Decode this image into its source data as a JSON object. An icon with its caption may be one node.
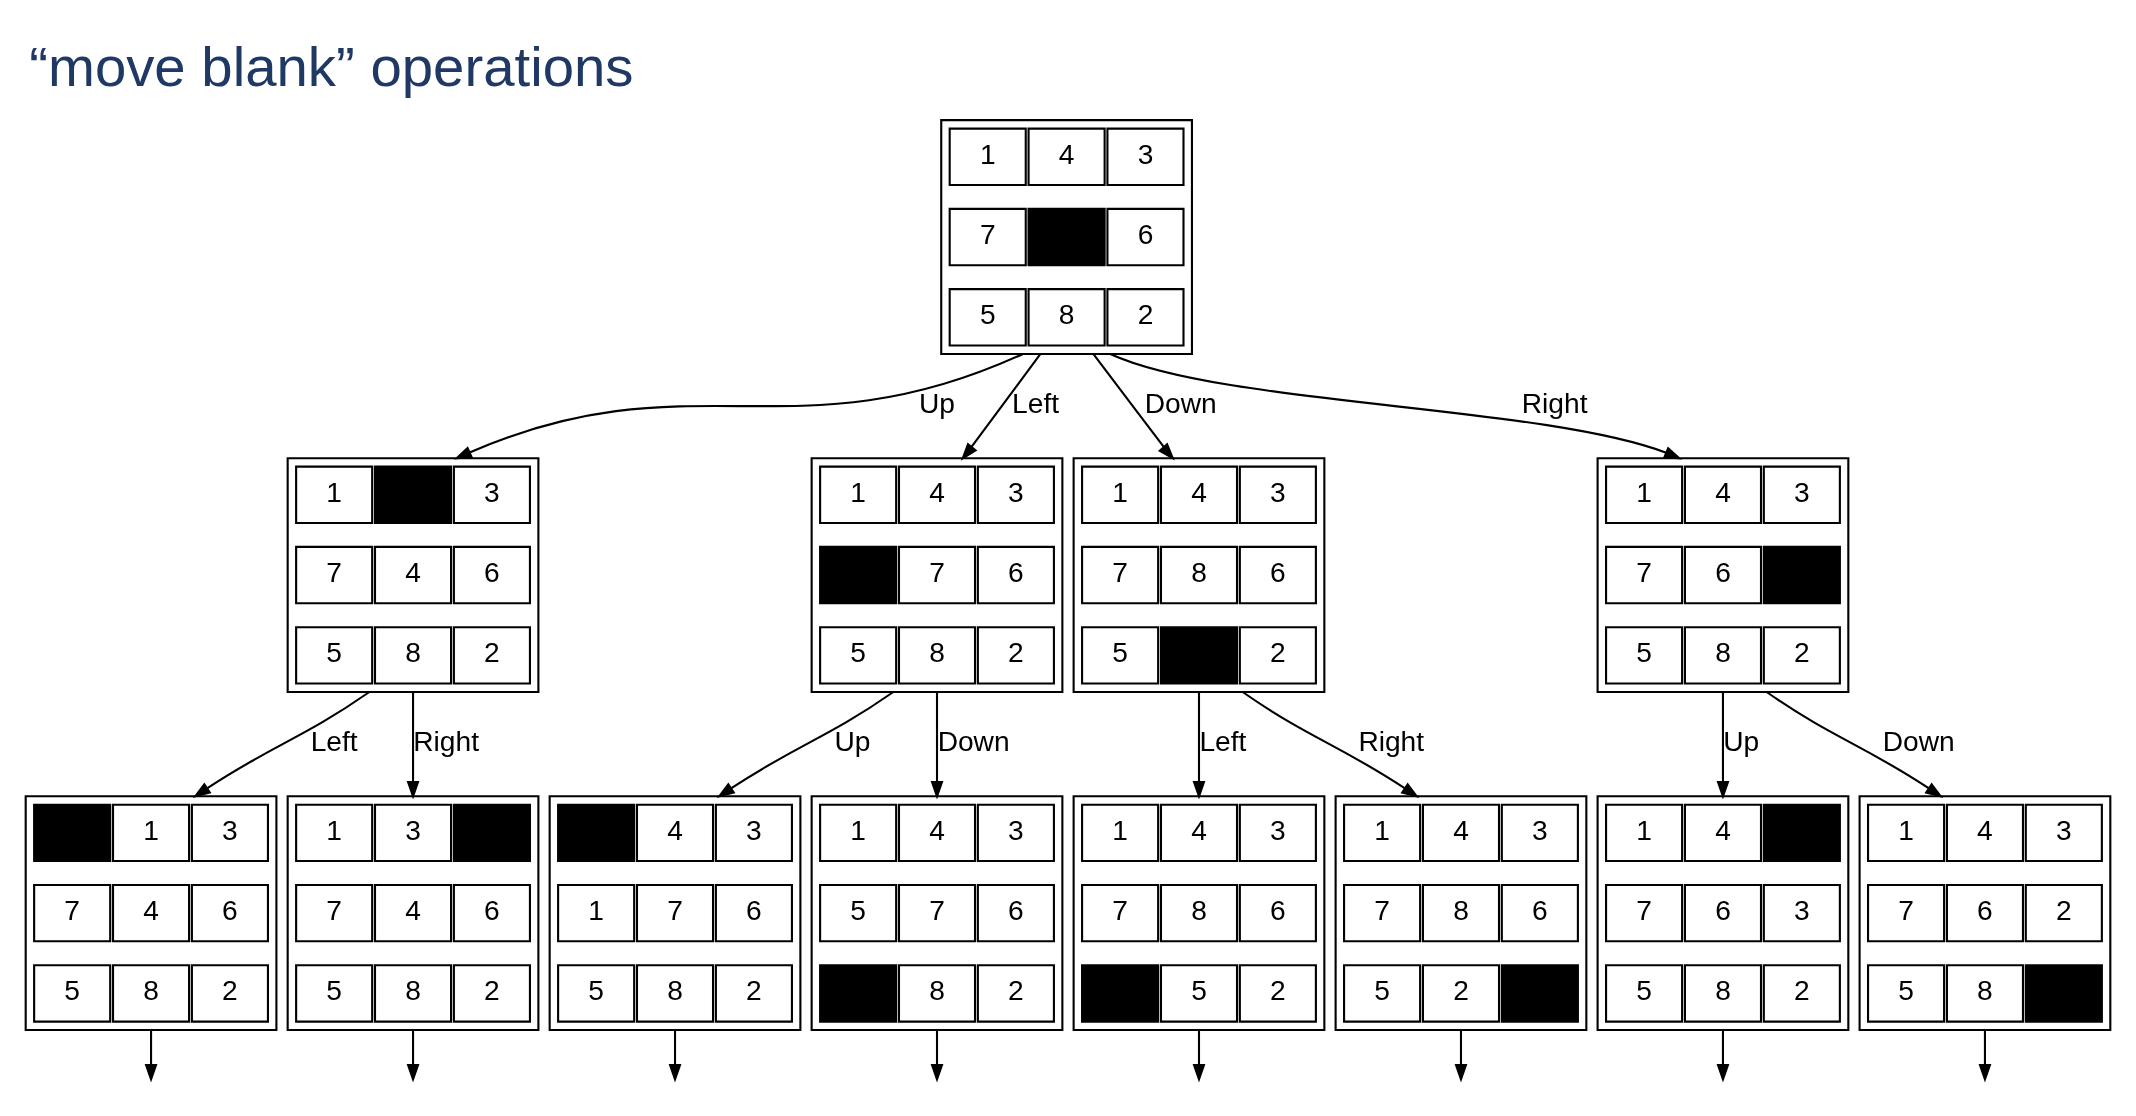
{
  "diagram": {
    "title": "“move blank” operations",
    "nodes": [
      {
        "text": [],
        "shape": "box"
      },
      {
        "text": [
          "1"
        ],
        "in": 0
      },
      {
        "text": [
          "4"
        ],
        "in": 0
      },
      {
        "text": [
          "3"
        ],
        "in": 0
      },
      {
        "text": [
          "7"
        ],
        "in": 0
      },
      {
        "text": [],
        "shape": "box",
        "in": 0
      },
      {
        "text": [
          "6"
        ],
        "in": 0
      },
      {
        "text": [
          "5"
        ],
        "in": 0
      },
      {
        "text": [
          "8"
        ],
        "in": 0
      },
      {
        "text": [
          "2"
        ],
        "in": 0
      },
      {
        "text": [],
        "shape": "box"
      },
      {
        "text": [
          "1"
        ],
        "in": 10
      },
      {
        "text": [],
        "shape": "box",
        "in": 10
      },
      {
        "text": [
          "3"
        ],
        "in": 10
      },
      {
        "text": [
          "7"
        ],
        "in": 10
      },
      {
        "text": [
          "4"
        ],
        "in": 10
      },
      {
        "text": [
          "6"
        ],
        "in": 10
      },
      {
        "text": [
          "5"
        ],
        "in": 10
      },
      {
        "text": [
          "8"
        ],
        "in": 10
      },
      {
        "text": [
          "2"
        ],
        "in": 10
      },
      {
        "text": [],
        "shape": "box"
      },
      {
        "text": [
          "1"
        ],
        "in": 20
      },
      {
        "text": [
          "4"
        ],
        "in": 20
      },
      {
        "text": [
          "3"
        ],
        "in": 20
      },
      {
        "text": [],
        "shape": "box",
        "in": 20
      },
      {
        "text": [
          "7"
        ],
        "in": 20
      },
      {
        "text": [
          "6"
        ],
        "in": 20
      },
      {
        "text": [
          "5"
        ],
        "in": 20
      },
      {
        "text": [
          "8"
        ],
        "in": 20
      },
      {
        "text": [
          "2"
        ],
        "in": 20
      },
      {
        "text": [],
        "shape": "box"
      },
      {
        "text": [
          "1"
        ],
        "in": 30
      },
      {
        "text": [
          "4"
        ],
        "in": 30
      },
      {
        "text": [
          "3"
        ],
        "in": 30
      },
      {
        "text": [
          "7"
        ],
        "in": 30
      },
      {
        "text": [
          "8"
        ],
        "in": 30
      },
      {
        "text": [
          "6"
        ],
        "in": 30
      },
      {
        "text": [
          "5"
        ],
        "in": 30
      },
      {
        "text": [],
        "shape": "box",
        "in": 30
      },
      {
        "text": [
          "2"
        ],
        "in": 30
      },
      {
        "text": [],
        "shape": "box"
      },
      {
        "text": [
          "1"
        ],
        "in": 40
      },
      {
        "text": [
          "4"
        ],
        "in": 40
      },
      {
        "text": [
          "3"
        ],
        "in": 40
      },
      {
        "text": [
          "7"
        ],
        "in": 40
      },
      {
        "text": [
          "6"
        ],
        "in": 40
      },
      {
        "text": [],
        "shape": "box",
        "in": 40
      },
      {
        "text": [
          "5"
        ],
        "in": 40
      },
      {
        "text": [
          "8"
        ],
        "in": 40
      },
      {
        "text": [
          "2"
        ],
        "in": 40
      },
      {
        "text": [],
        "shape": "box"
      },
      {
        "text": [],
        "shape": "box",
        "in": 50
      },
      {
        "text": [
          "1"
        ],
        "in": 50
      },
      {
        "text": [
          "3"
        ],
        "in": 50
      },
      {
        "text": [
          "7"
        ],
        "in": 50
      },
      {
        "text": [
          "4"
        ],
        "in": 50
      },
      {
        "text": [
          "6"
        ],
        "in": 50
      },
      {
        "text": [
          "5"
        ],
        "in": 50
      },
      {
        "text": [
          "8"
        ],
        "in": 50
      },
      {
        "text": [
          "2"
        ],
        "in": 50
      },
      {
        "text": [],
        "shape": "box"
      },
      {
        "text": [
          "1"
        ],
        "in": 60
      },
      {
        "text": [
          "3"
        ],
        "in": 60
      },
      {
        "text": [],
        "shape": "box",
        "in": 60
      },
      {
        "text": [
          "7"
        ],
        "in": 60
      },
      {
        "text": [
          "4"
        ],
        "in": 60
      },
      {
        "text": [
          "6"
        ],
        "in": 60
      },
      {
        "text": [
          "5"
        ],
        "in": 60
      },
      {
        "text": [
          "8"
        ],
        "in": 60
      },
      {
        "text": [
          "2"
        ],
        "in": 60
      },
      {
        "text": [],
        "shape": "box"
      },
      {
        "text": [],
        "shape": "box",
        "in": 70
      },
      {
        "text": [
          "4"
        ],
        "in": 70
      },
      {
        "text": [
          "3"
        ],
        "in": 70
      },
      {
        "text": [
          "1"
        ],
        "in": 70
      },
      {
        "text": [
          "7"
        ],
        "in": 70
      },
      {
        "text": [
          "6"
        ],
        "in": 70
      },
      {
        "text": [
          "5"
        ],
        "in": 70
      },
      {
        "text": [
          "8"
        ],
        "in": 70
      },
      {
        "text": [
          "2"
        ],
        "in": 70
      },
      {
        "text": [],
        "shape": "box"
      },
      {
        "text": [
          "1"
        ],
        "in": 80
      },
      {
        "text": [
          "4"
        ],
        "in": 80
      },
      {
        "text": [
          "3"
        ],
        "in": 80
      },
      {
        "text": [
          "5"
        ],
        "in": 80
      },
      {
        "text": [
          "7"
        ],
        "in": 80
      },
      {
        "text": [
          "6"
        ],
        "in": 80
      },
      {
        "text": [],
        "shape": "box",
        "in": 80
      },
      {
        "text": [
          "8"
        ],
        "in": 80
      },
      {
        "text": [
          "2"
        ],
        "in": 80
      },
      {
        "text": [],
        "shape": "box"
      },
      {
        "text": [
          "1"
        ],
        "in": 90
      },
      {
        "text": [
          "4"
        ],
        "in": 90
      },
      {
        "text": [
          "3"
        ],
        "in": 90
      },
      {
        "text": [
          "7"
        ],
        "in": 90
      },
      {
        "text": [
          "8"
        ],
        "in": 90
      },
      {
        "text": [
          "6"
        ],
        "in": 90
      },
      {
        "text": [],
        "shape": "box",
        "in": 90
      },
      {
        "text": [
          "5"
        ],
        "in": 90
      },
      {
        "text": [
          "2"
        ],
        "in": 90
      },
      {
        "text": [],
        "shape": "box"
      },
      {
        "text": [
          "1"
        ],
        "in": 100
      },
      {
        "text": [
          "4"
        ],
        "in": 100
      },
      {
        "text": [
          "3"
        ],
        "in": 100
      },
      {
        "text": [
          "7"
        ],
        "in": 100
      },
      {
        "text": [
          "8"
        ],
        "in": 100
      },
      {
        "text": [
          "6"
        ],
        "in": 100
      },
      {
        "text": [
          "5"
        ],
        "in": 100
      },
      {
        "text": [
          "2"
        ],
        "in": 100
      },
      {
        "text": [],
        "shape": "box",
        "in": 100
      },
      {
        "text": [],
        "shape": "box"
      },
      {
        "text": [
          "1"
        ],
        "in": 110
      },
      {
        "text": [
          "4"
        ],
        "in": 110
      },
      {
        "text": [],
        "shape": "box",
        "in": 110
      },
      {
        "text": [
          "7"
        ],
        "in": 110
      },
      {
        "text": [
          "6"
        ],
        "in": 110
      },
      {
        "text": [
          "3"
        ],
        "in": 110
      },
      {
        "text": [
          "5"
        ],
        "in": 110
      },
      {
        "text": [
          "8"
        ],
        "in": 110
      },
      {
        "text": [
          "2"
        ],
        "in": 110
      },
      {
        "text": [],
        "shape": "box"
      },
      {
        "text": [
          "1"
        ],
        "in": 120
      },
      {
        "text": [
          "4"
        ],
        "in": 120
      },
      {
        "text": [
          "3"
        ],
        "in": 120
      },
      {
        "text": [
          "7"
        ],
        "in": 120
      },
      {
        "text": [
          "6"
        ],
        "in": 120
      },
      {
        "text": [
          "2"
        ],
        "in": 120
      },
      {
        "text": [
          "5"
        ],
        "in": 120
      },
      {
        "text": [
          "8"
        ],
        "in": 120
      },
      {
        "text": [],
        "shape": "box",
        "in": 120
      }
    ],
    "edges": [
      {
        "from": 0,
        "to": 10,
        "arrow": "to",
        "label": "Up"
      },
      {
        "from": 0,
        "to": 20,
        "arrow": "to",
        "label": "Left"
      },
      {
        "from": 0,
        "to": 30,
        "arrow": "to",
        "label": "Down"
      },
      {
        "from": 0,
        "to": 40,
        "arrow": "to",
        "label": "Right"
      },
      {
        "from": 10,
        "to": 50,
        "arrow": "to",
        "label": "Left"
      },
      {
        "from": 10,
        "to": 60,
        "arrow": "to",
        "label": "Right"
      },
      {
        "from": 20,
        "to": 70,
        "arrow": "to",
        "label": "Up"
      },
      {
        "from": 20,
        "to": 80,
        "arrow": "to",
        "label": "Down"
      },
      {
        "from": 30,
        "to": 90,
        "arrow": "to",
        "label": "Left"
      },
      {
        "from": 30,
        "to": 100,
        "arrow": "to",
        "label": "Right"
      },
      {
        "from": 40,
        "to": 110,
        "arrow": "to",
        "label": "Up"
      },
      {
        "from": 40,
        "to": 120,
        "arrow": "to",
        "label": "Down"
      },
      {
        "from": 50,
        "to": null,
        "arrow": "to"
      },
      {
        "from": 60,
        "to": null,
        "arrow": "to"
      },
      {
        "from": 70,
        "to": null,
        "arrow": "to"
      },
      {
        "from": 80,
        "to": null,
        "arrow": "to"
      },
      {
        "from": 90,
        "to": null,
        "arrow": "to"
      },
      {
        "from": 100,
        "to": null,
        "arrow": "to"
      },
      {
        "from": 110,
        "to": null,
        "arrow": "to"
      },
      {
        "from": 120,
        "to": null,
        "arrow": "to"
      }
    ]
  }
}
